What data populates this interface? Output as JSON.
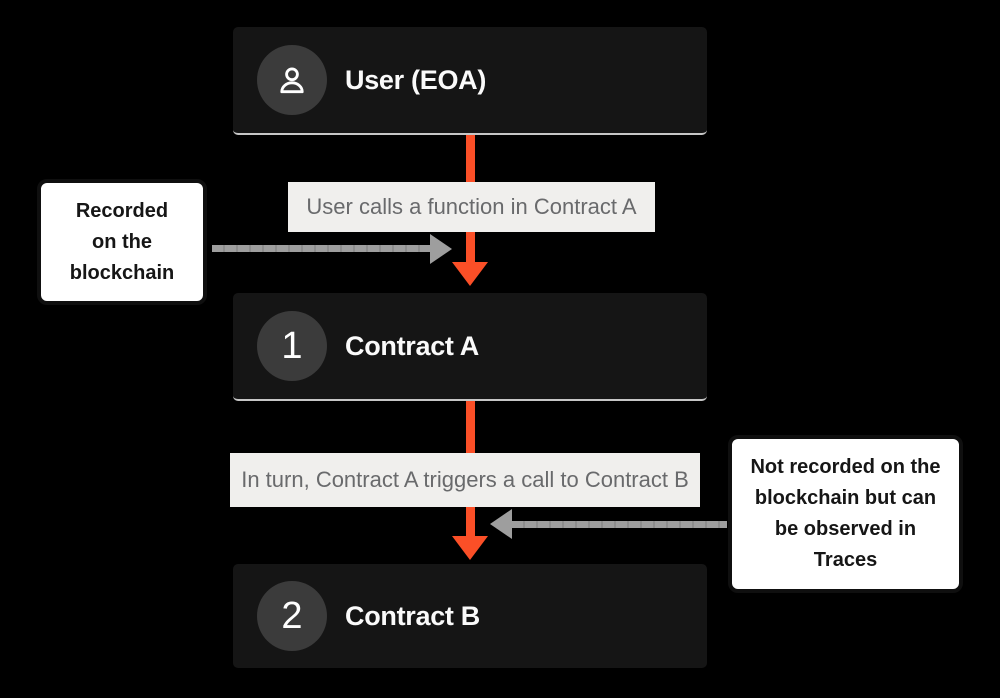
{
  "diagram": {
    "nodes": [
      {
        "title": "User (EOA)",
        "badge_type": "icon",
        "icon": "user-icon"
      },
      {
        "title": "Contract A",
        "badge_type": "number",
        "badge": "1"
      },
      {
        "title": "Contract B",
        "badge_type": "number",
        "badge": "2"
      }
    ],
    "edge_labels": [
      {
        "text": "User calls a function in Contract A"
      },
      {
        "text": "In turn, Contract A triggers a call to Contract B"
      }
    ],
    "notes": [
      {
        "side": "left",
        "text": "Recorded\non the\nblockchain"
      },
      {
        "side": "right",
        "text": "Not recorded on the\nblockchain but can\nbe observed in\nTraces"
      }
    ],
    "colors": {
      "background": "#000000",
      "node_bg": "#151515",
      "badge_bg": "#3b3b3b",
      "node_text": "#fafafa",
      "flow_arrow": "#fb4f27",
      "note_arrow": "#9e9e9e",
      "label_bg": "#f0efed",
      "label_text": "#696a6c",
      "note_border": "#0f0f0f",
      "note_bg": "#ffffff",
      "note_text": "#161616",
      "node_divider": "#c6c6c6"
    }
  }
}
